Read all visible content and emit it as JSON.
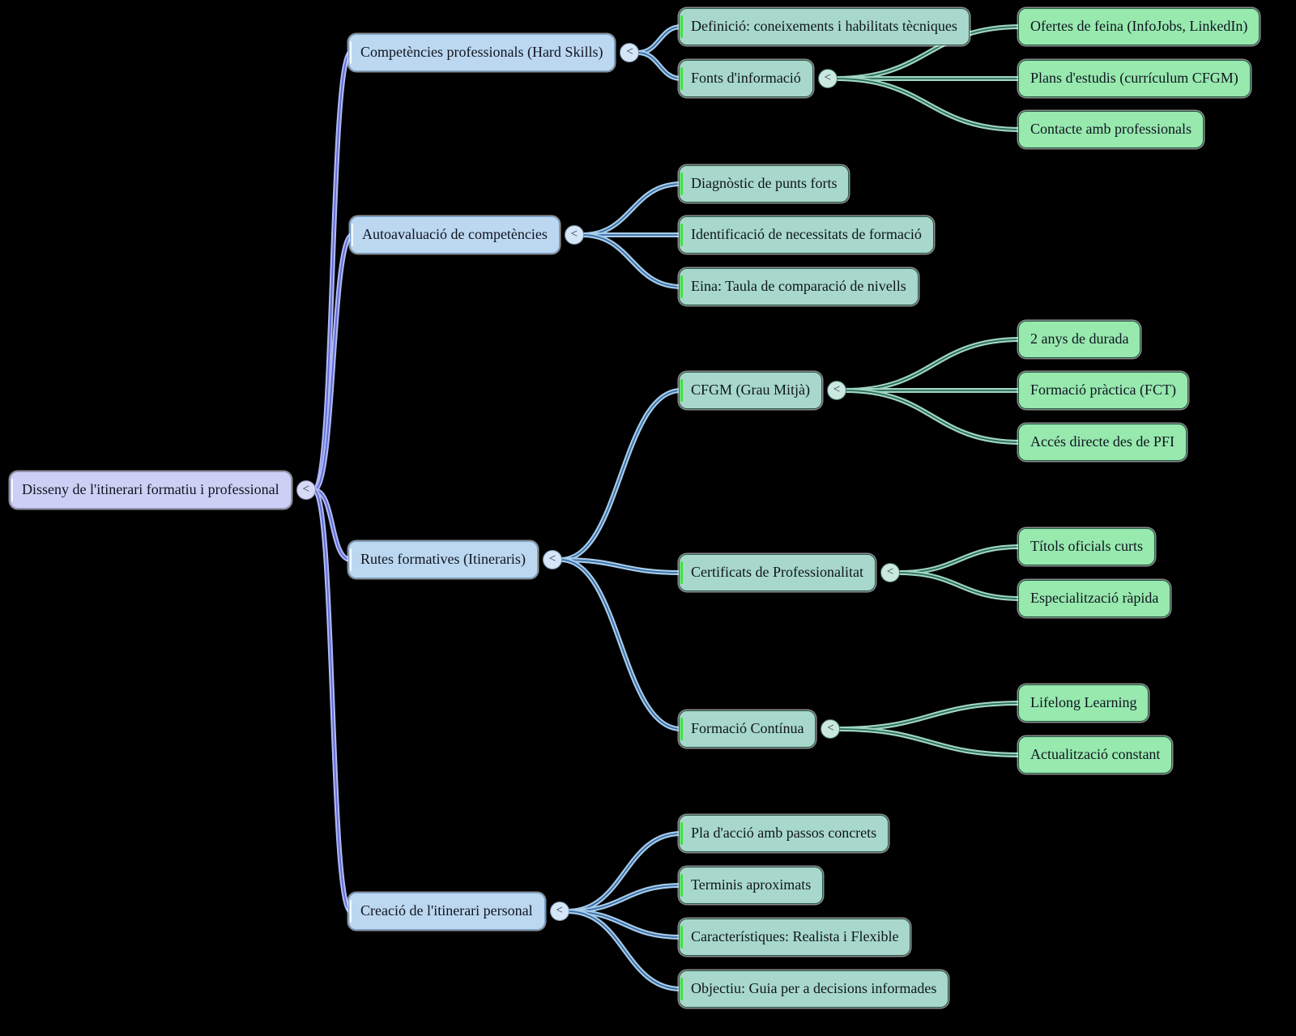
{
  "ui": {
    "toggle_glyph": "<"
  },
  "palette": {
    "background": "#000000",
    "level0_fill": "#cdd0f4",
    "level0_border": "#9397c9",
    "level1_fill": "#bcd8f1",
    "level1_border": "#74a4d4",
    "level2_fill": "#a7d8cb",
    "level2_border": "#27584c",
    "level2_accent": "#3be43b",
    "level3_fill": "#97e9ae",
    "level3_border": "#1f5b41",
    "edge_root_dark": "#5c68d8",
    "edge_blue_dark": "#3a6ca3",
    "edge_teal_dark": "#2e6b57"
  },
  "tree": {
    "label": "Disseny de l'itinerari formatiu i professional",
    "children": [
      {
        "label": "Competències professionals (Hard Skills)",
        "children": [
          {
            "label": "Definició: coneixements i habilitats tècniques"
          },
          {
            "label": "Fonts d'informació",
            "children": [
              {
                "label": "Ofertes de feina (InfoJobs, LinkedIn)"
              },
              {
                "label": "Plans d'estudis (currículum CFGM)"
              },
              {
                "label": "Contacte amb professionals"
              }
            ]
          }
        ]
      },
      {
        "label": "Autoavaluació de competències",
        "children": [
          {
            "label": "Diagnòstic de punts forts"
          },
          {
            "label": "Identificació de necessitats de formació"
          },
          {
            "label": "Eina: Taula de comparació de nivells"
          }
        ]
      },
      {
        "label": "Rutes formatives (Itineraris)",
        "children": [
          {
            "label": "CFGM (Grau Mitjà)",
            "children": [
              {
                "label": "2 anys de durada"
              },
              {
                "label": "Formació pràctica (FCT)"
              },
              {
                "label": "Accés directe des de PFI"
              }
            ]
          },
          {
            "label": "Certificats de Professionalitat",
            "children": [
              {
                "label": "Títols oficials curts"
              },
              {
                "label": "Especialització ràpida"
              }
            ]
          },
          {
            "label": "Formació Contínua",
            "children": [
              {
                "label": "Lifelong Learning"
              },
              {
                "label": "Actualització constant"
              }
            ]
          }
        ]
      },
      {
        "label": "Creació de l'itinerari personal",
        "children": [
          {
            "label": "Pla d'acció amb passos concrets"
          },
          {
            "label": "Terminis aproximats"
          },
          {
            "label": "Característiques: Realista i Flexible"
          },
          {
            "label": "Objectiu: Guia per a decisions informades"
          }
        ]
      }
    ]
  }
}
